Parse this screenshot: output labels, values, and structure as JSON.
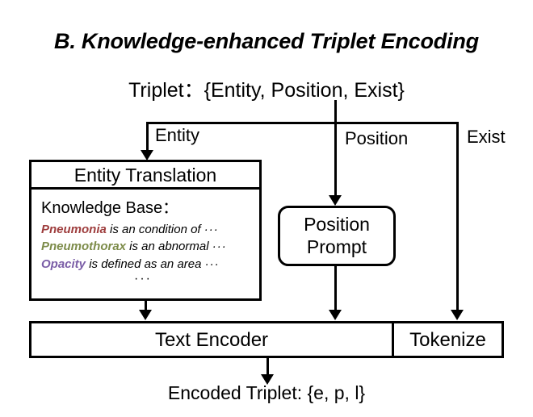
{
  "panel": {
    "title": "B. Knowledge-enhanced Triplet Encoding"
  },
  "header": {
    "triplet_text": "Triplet：{Entity, Position, Exist}"
  },
  "branches": {
    "entity_label": "Entity",
    "position_label": "Position",
    "exist_label": "Exist"
  },
  "entity_translation": {
    "title": "Entity Translation",
    "knowledge_base_heading": "Knowledge Base：",
    "entries": [
      {
        "term": "Pneumonia",
        "text": " is an  condition of ",
        "ellipsis": "···",
        "color": "#9e3d3d"
      },
      {
        "term": "Pneumothorax",
        "text": " is an abnormal ",
        "ellipsis": "···",
        "color": "#7d8c4a"
      },
      {
        "term": "Opacity",
        "text": " is defined as an area ",
        "ellipsis": "···",
        "color": "#7b5ea7"
      }
    ],
    "more": "···"
  },
  "position_prompt": {
    "line1": "Position",
    "line2": "Prompt"
  },
  "encoders": {
    "text_encoder_label": "Text Encoder",
    "tokenize_label": "Tokenize"
  },
  "footer": {
    "encoded_triplet": "Encoded Triplet: {e, p, l}"
  }
}
